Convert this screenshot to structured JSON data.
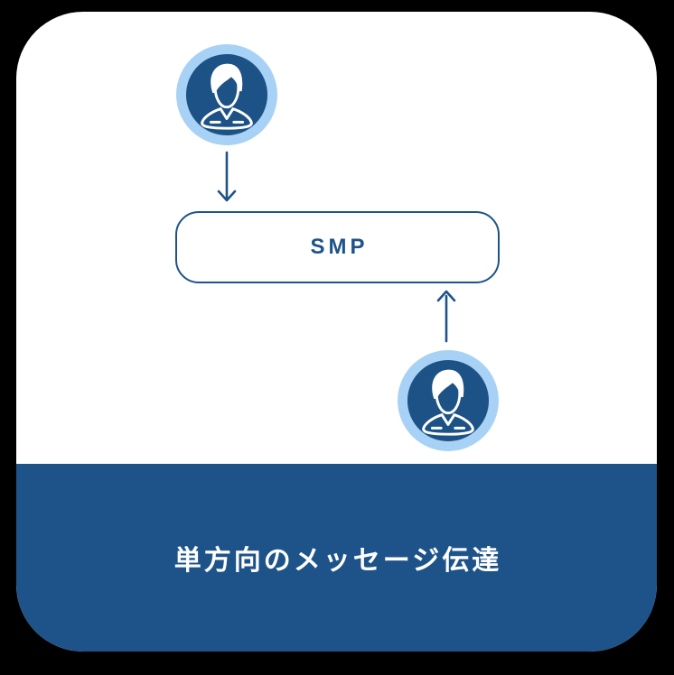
{
  "colors": {
    "background": "#000000",
    "card": "#ffffff",
    "primary": "#1e5389",
    "avatar_fill": "#1d5286",
    "avatar_ring": "#a8d2f5",
    "text_on_primary": "#ffffff"
  },
  "diagram": {
    "sender_avatar": {
      "icon": "person-icon"
    },
    "receiver_avatar": {
      "icon": "person-icon"
    },
    "smp_box": {
      "label": "SMP"
    },
    "arrow_down": {
      "direction": "down"
    },
    "arrow_up": {
      "direction": "up"
    }
  },
  "footer": {
    "caption": "単方向のメッセージ伝達"
  }
}
